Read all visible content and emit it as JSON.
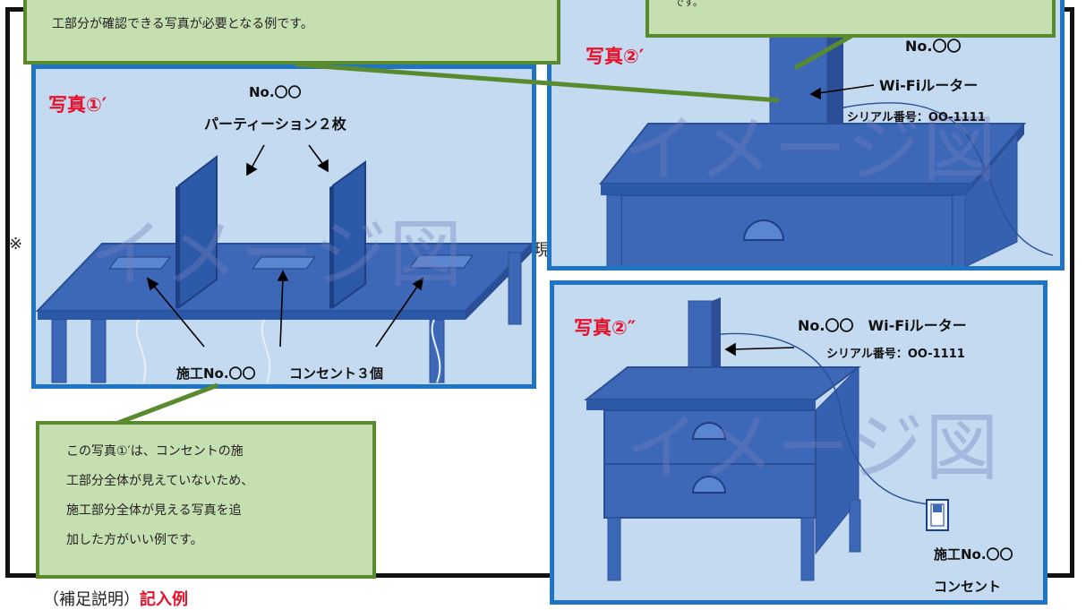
{
  "callout_top_left": {
    "text": "工部分が確認できる写真が必要となる例です。"
  },
  "callout_top_right": {
    "text": "です。"
  },
  "callout_bottom": {
    "lines": [
      "この写真①′は、コンセントの施",
      "工部分全体が見えていないため、",
      "施工部分全体が見える写真を追",
      "加した方がいい例です。"
    ]
  },
  "panel1": {
    "title": "写真①′",
    "no": "No.〇〇",
    "partition": "パーティーション２枚",
    "construct": "施工No.〇〇",
    "outlet": "コンセント３個",
    "watermark": "イメージ図"
  },
  "panel2a": {
    "title": "写真②′",
    "no": "No.〇〇",
    "router": "Wi-Fiルーター",
    "serial": "シリアル番号：OO-1111",
    "watermark": "イメージ図"
  },
  "panel2b": {
    "title": "写真②″",
    "no_router": "No.〇〇　Wi-Fiルーター",
    "serial": "シリアル番号：OO-1111",
    "construct": "施工No.〇〇",
    "outlet": "コンセント",
    "watermark": "イメージ図"
  },
  "background": {
    "note_mark": "※",
    "note_fragment": "現",
    "footer_plain": "（補足説明）",
    "footer_red": "記入例"
  },
  "colors": {
    "panel_bg": "#c3daf0",
    "panel_border": "#1f74c4",
    "furniture": "#3d68b8",
    "callout_bg": "#c6dfb1",
    "callout_border": "#5a8a2e",
    "title_red": "#e8102a"
  }
}
